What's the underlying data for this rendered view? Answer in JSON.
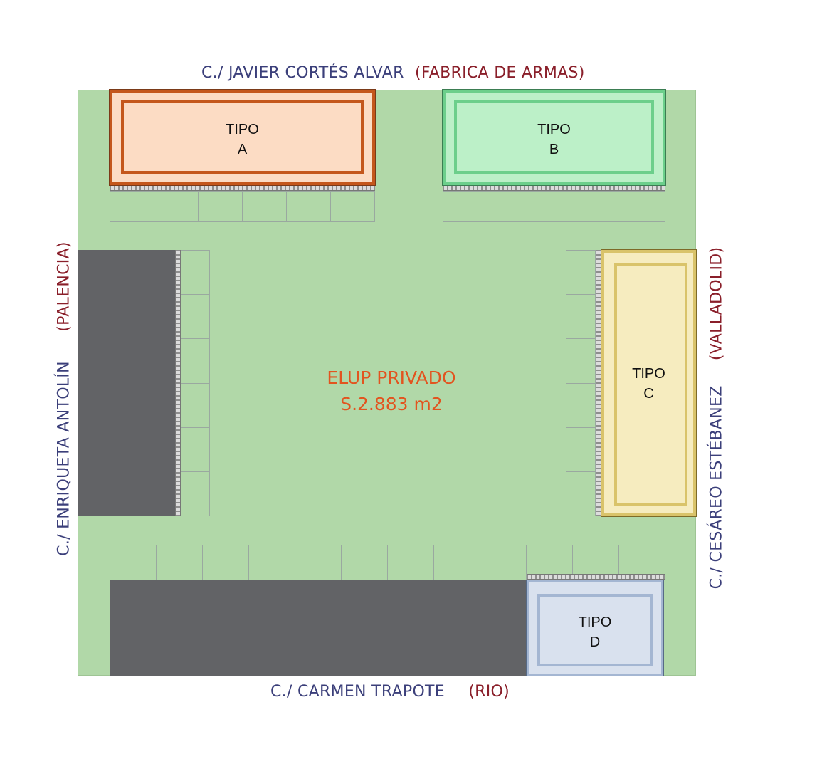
{
  "streets": {
    "north": {
      "name": "C./ JAVIER CORTÉS ALVAR",
      "alt": "(FABRICA DE ARMAS)"
    },
    "west": {
      "name": "C./ ENRIQUETA ANTOLÍN",
      "alt": "(PALENCIA)"
    },
    "east": {
      "name": "C./ CESÁREO ESTÉBANEZ",
      "alt": "(VALLADOLID)"
    },
    "south": {
      "name": "C./ CARMEN TRAPOTE",
      "alt": "(RIO)"
    }
  },
  "area": {
    "title": "ELUP PRIVADO",
    "surface": "S.2.883 m2"
  },
  "houses": [
    {
      "id": "a",
      "line1": "TIPO",
      "line2": "A",
      "fill": "#fcdcc4",
      "border": "#c4571c"
    },
    {
      "id": "b",
      "line1": "TIPO",
      "line2": "B",
      "fill": "#bcf0c8",
      "border": "#6ccf8b"
    },
    {
      "id": "c",
      "line1": "TIPO",
      "line2": "C",
      "fill": "#f6ecbf",
      "border": "#d9c36a"
    },
    {
      "id": "d",
      "line1": "TIPO",
      "line2": "D",
      "fill": "#d9e1ee",
      "border": "#a4b6d2"
    }
  ],
  "colors": {
    "lot": "#b1d8a8",
    "building": "#626366",
    "street_name": "#3b3f7a",
    "street_alt": "#8a1f2a",
    "area_text": "#e2541f"
  }
}
